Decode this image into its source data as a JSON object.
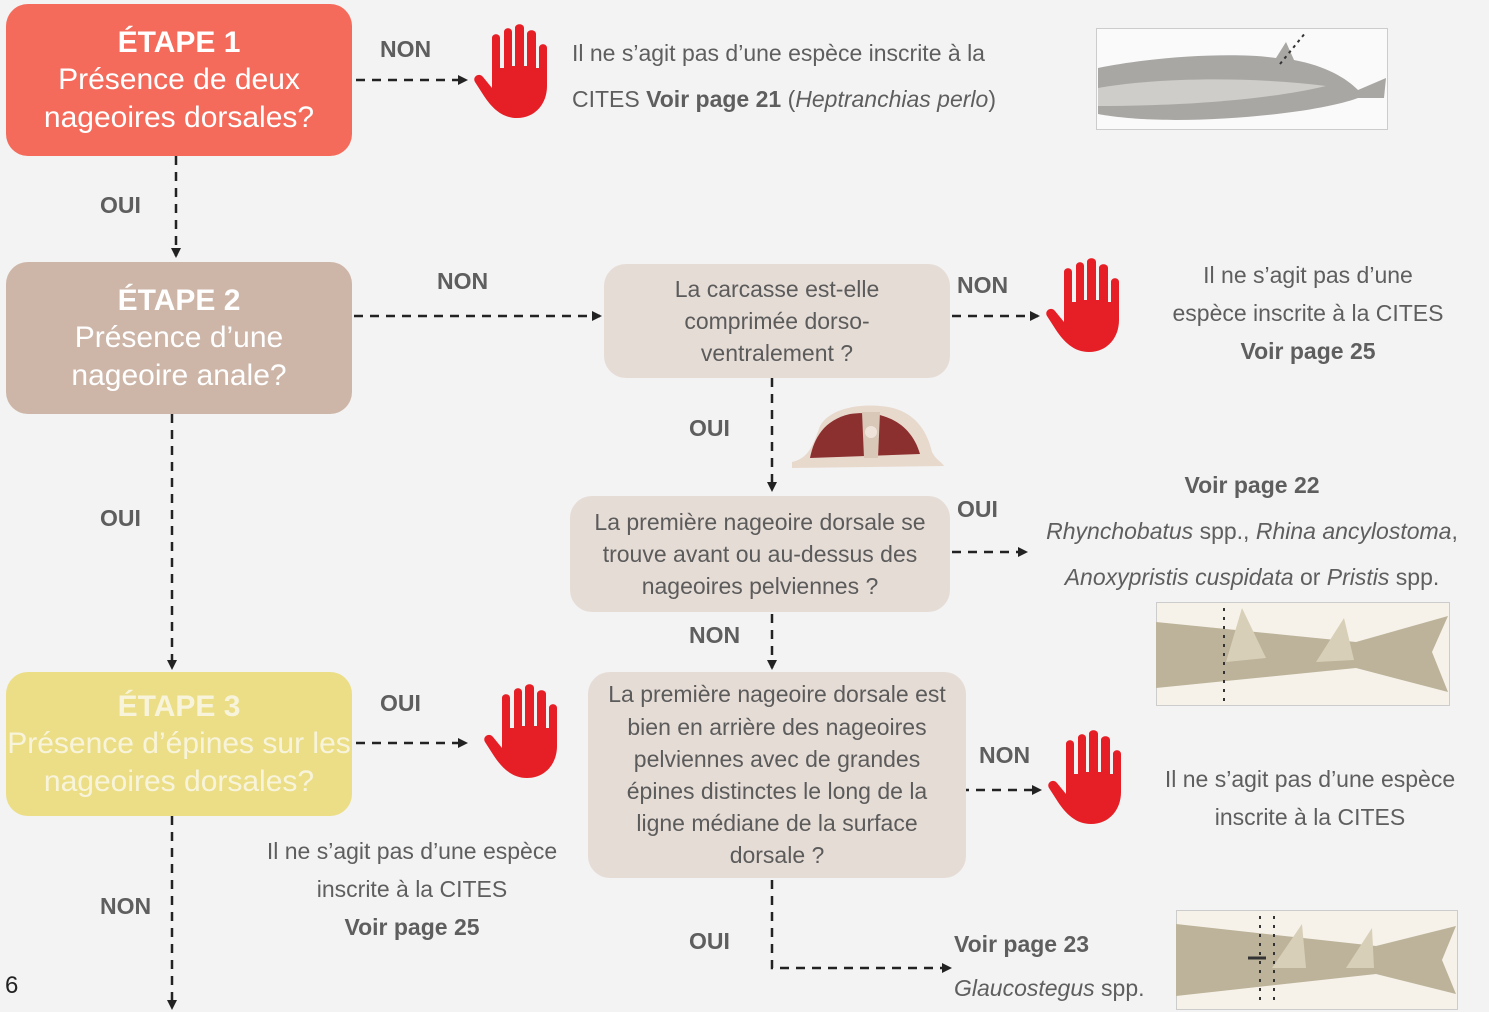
{
  "colors": {
    "step1": "#f46b5c",
    "step2": "#cdb6a8",
    "step3": "#ebde86",
    "step3_text": "#f7f3d6",
    "question_box": "#e6dcd6",
    "hand": "#e61e25"
  },
  "steps": [
    {
      "title": "ÉTAPE 1",
      "question": "Présence de deux nageoires dorsales?"
    },
    {
      "title": "ÉTAPE 2",
      "question": "Présence d’une nageoire anale?"
    },
    {
      "title": "ÉTAPE  3",
      "question": "Présence d’épines sur les nageoires dorsales?"
    }
  ],
  "questions": {
    "q1": "La carcasse est-elle comprimée dorso-ventralement ?",
    "q2": "La première nageoire dorsale se trouve avant ou au-dessus des nageoires pelviennes ?",
    "q3": "La première nageoire dorsale est bien en arrière des nageoires pelviennes avec de grandes épines distinctes le long de la ligne médiane de la surface dorsale ?"
  },
  "labels": {
    "non": "NON",
    "oui": "OUI"
  },
  "results": {
    "r1_a": "Il ne s’agit pas d’une espèce inscrite à la",
    "r1_b": "CITES",
    "r1_page": "Voir page 21",
    "r1_species": "Heptranchias perlo",
    "r2_a": "Il ne s’agit pas d’une",
    "r2_b": "espèce inscrite à la CITES",
    "r2_page": "Voir page 25",
    "r3_page": "Voir page 22",
    "r3_sp1": "Rhynchobatus",
    "r3_spp": "spp.,",
    "r3_sp2": "Rhina ancylostoma",
    "r3_sp3": "Anoxypristis cuspidata",
    "r3_or": "or",
    "r3_sp4": "Pristis",
    "r3_spp2": "spp.",
    "r4_a": "Il ne s’agit pas d’une espèce",
    "r4_b": "inscrite à la CITES",
    "r5_a": "Il ne s’agit pas d’une espèce",
    "r5_b": "inscrite à la CITES",
    "r5_page": "Voir page 25",
    "r6_page": "Voir page 23",
    "r6_sp": "Glaucostegus",
    "r6_spp": "spp."
  },
  "page_number": "6"
}
